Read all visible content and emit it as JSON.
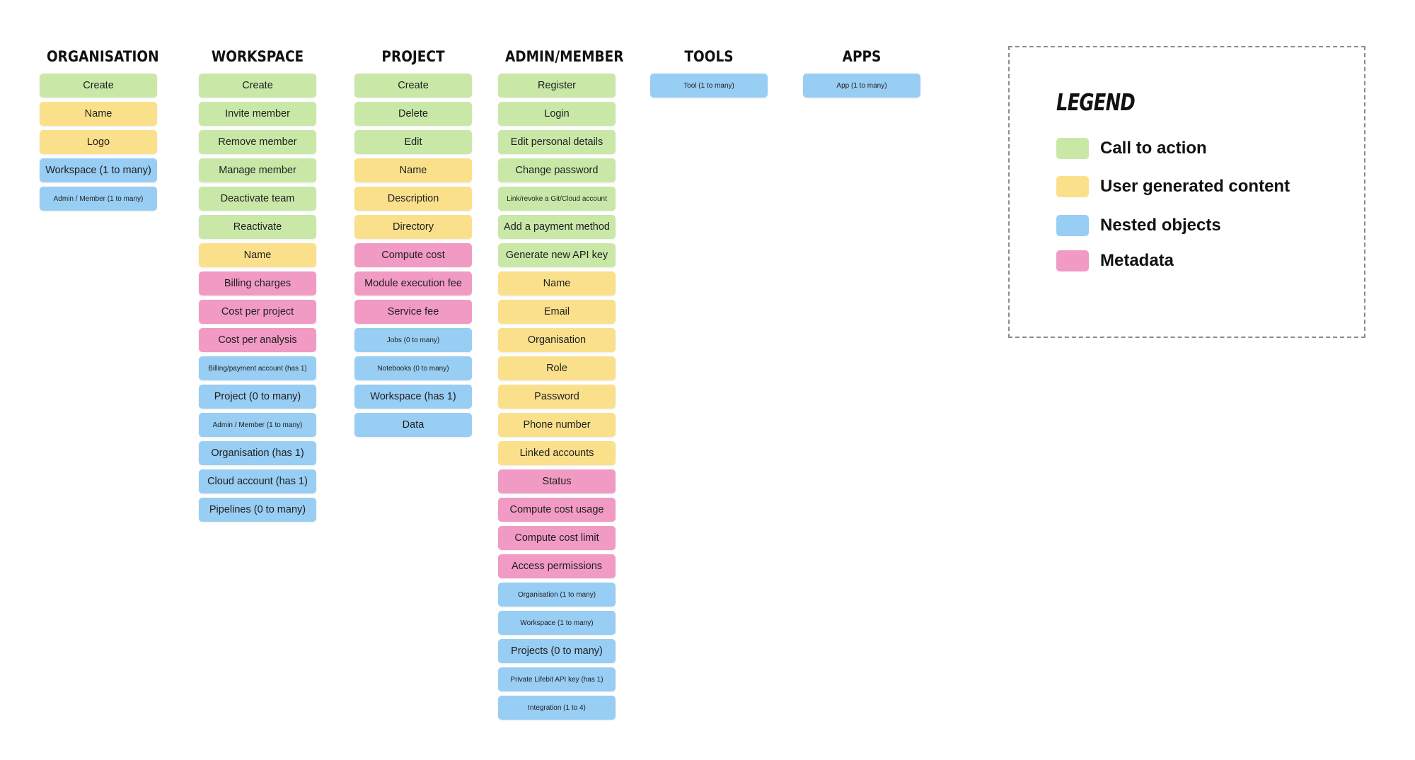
{
  "colors": {
    "call_to_action": "#c9e8a8",
    "user_generated": "#fbe08c",
    "nested": "#98cdf4",
    "metadata": "#f19ac4"
  },
  "columns": [
    {
      "title": "ORGANISATION",
      "cards": [
        {
          "label": "Create",
          "type": "cta"
        },
        {
          "label": "Name",
          "type": "ugc"
        },
        {
          "label": "Logo",
          "type": "ugc"
        },
        {
          "label": "Workspace (1 to many)",
          "type": "nest"
        },
        {
          "label": "Admin / Member (1 to many)",
          "type": "nest",
          "small": true
        }
      ]
    },
    {
      "title": "WORKSPACE",
      "cards": [
        {
          "label": "Create",
          "type": "cta"
        },
        {
          "label": "Invite member",
          "type": "cta"
        },
        {
          "label": "Remove member",
          "type": "cta"
        },
        {
          "label": "Manage member",
          "type": "cta"
        },
        {
          "label": "Deactivate team",
          "type": "cta"
        },
        {
          "label": "Reactivate",
          "type": "cta"
        },
        {
          "label": "Name",
          "type": "ugc"
        },
        {
          "label": "Billing charges",
          "type": "meta"
        },
        {
          "label": "Cost per project",
          "type": "meta"
        },
        {
          "label": "Cost per analysis",
          "type": "meta"
        },
        {
          "label": "Billing/payment account (has 1)",
          "type": "nest",
          "small": true
        },
        {
          "label": "Project (0 to many)",
          "type": "nest"
        },
        {
          "label": "Admin / Member (1 to many)",
          "type": "nest",
          "small": true
        },
        {
          "label": "Organisation (has 1)",
          "type": "nest"
        },
        {
          "label": "Cloud account (has 1)",
          "type": "nest"
        },
        {
          "label": "Pipelines (0 to many)",
          "type": "nest"
        }
      ]
    },
    {
      "title": "PROJECT",
      "cards": [
        {
          "label": "Create",
          "type": "cta"
        },
        {
          "label": "Delete",
          "type": "cta"
        },
        {
          "label": "Edit",
          "type": "cta"
        },
        {
          "label": "Name",
          "type": "ugc"
        },
        {
          "label": "Description",
          "type": "ugc"
        },
        {
          "label": "Directory",
          "type": "ugc"
        },
        {
          "label": "Compute cost",
          "type": "meta"
        },
        {
          "label": "Module execution fee",
          "type": "meta"
        },
        {
          "label": "Service fee",
          "type": "meta"
        },
        {
          "label": "Jobs (0 to many)",
          "type": "nest",
          "small": true
        },
        {
          "label": "Notebooks (0 to many)",
          "type": "nest",
          "small": true
        },
        {
          "label": "Workspace (has 1)",
          "type": "nest"
        },
        {
          "label": "Data",
          "type": "nest"
        }
      ]
    },
    {
      "title": "ADMIN/MEMBER",
      "cards": [
        {
          "label": "Register",
          "type": "cta"
        },
        {
          "label": "Login",
          "type": "cta"
        },
        {
          "label": "Edit personal details",
          "type": "cta"
        },
        {
          "label": "Change password",
          "type": "cta"
        },
        {
          "label": "Link/revoke a Git/Cloud account",
          "type": "cta",
          "small": true
        },
        {
          "label": "Add a payment method",
          "type": "cta"
        },
        {
          "label": "Generate new API key",
          "type": "cta"
        },
        {
          "label": "Name",
          "type": "ugc"
        },
        {
          "label": "Email",
          "type": "ugc"
        },
        {
          "label": "Organisation",
          "type": "ugc"
        },
        {
          "label": "Role",
          "type": "ugc"
        },
        {
          "label": "Password",
          "type": "ugc"
        },
        {
          "label": "Phone number",
          "type": "ugc"
        },
        {
          "label": "Linked accounts",
          "type": "ugc"
        },
        {
          "label": "Status",
          "type": "meta"
        },
        {
          "label": "Compute cost usage",
          "type": "meta"
        },
        {
          "label": "Compute cost limit",
          "type": "meta"
        },
        {
          "label": "Access permissions",
          "type": "meta"
        },
        {
          "label": "Organisation (1 to many)",
          "type": "nest",
          "small": true
        },
        {
          "label": "Workspace (1 to many)",
          "type": "nest",
          "small": true
        },
        {
          "label": "Projects (0 to many)",
          "type": "nest"
        },
        {
          "label": "Private Lifebit API key (has 1)",
          "type": "nest",
          "small": true
        },
        {
          "label": "Integration (1 to 4)",
          "type": "nest",
          "small": true
        }
      ]
    },
    {
      "title": "TOOLS",
      "cards": [
        {
          "label": "Tool (1 to many)",
          "type": "nest",
          "small": true
        }
      ]
    },
    {
      "title": "APPS",
      "cards": [
        {
          "label": "App (1 to many)",
          "type": "nest",
          "small": true
        }
      ]
    }
  ],
  "legend": {
    "title": "LEGEND",
    "items": [
      {
        "label": "Call to action",
        "type": "cta"
      },
      {
        "label": "User generated content",
        "type": "ugc"
      },
      {
        "label": "Nested objects",
        "type": "nest"
      },
      {
        "label": "Metadata",
        "type": "meta"
      }
    ]
  }
}
